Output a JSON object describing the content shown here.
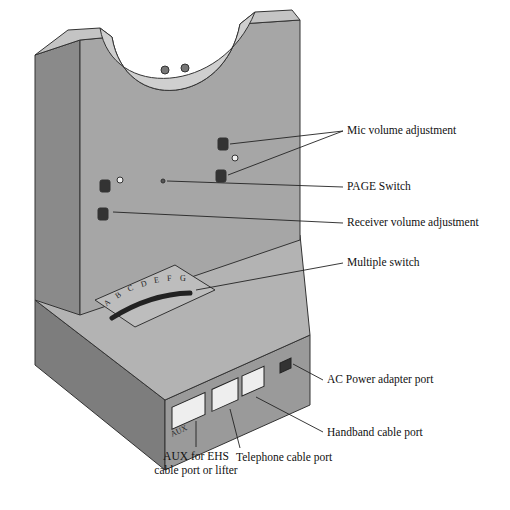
{
  "diagram": {
    "labels": [
      "Mic volume adjustment",
      "PAGE Switch",
      "Receiver volume adjustment",
      "Multiple switch",
      "A",
      "B",
      "C",
      "D",
      "E",
      "F",
      "G",
      "AC Power adapter port",
      "Handband cable port",
      "AUX",
      "AUX for EHS cable port or lifter",
      "Telephone cable port"
    ]
  }
}
